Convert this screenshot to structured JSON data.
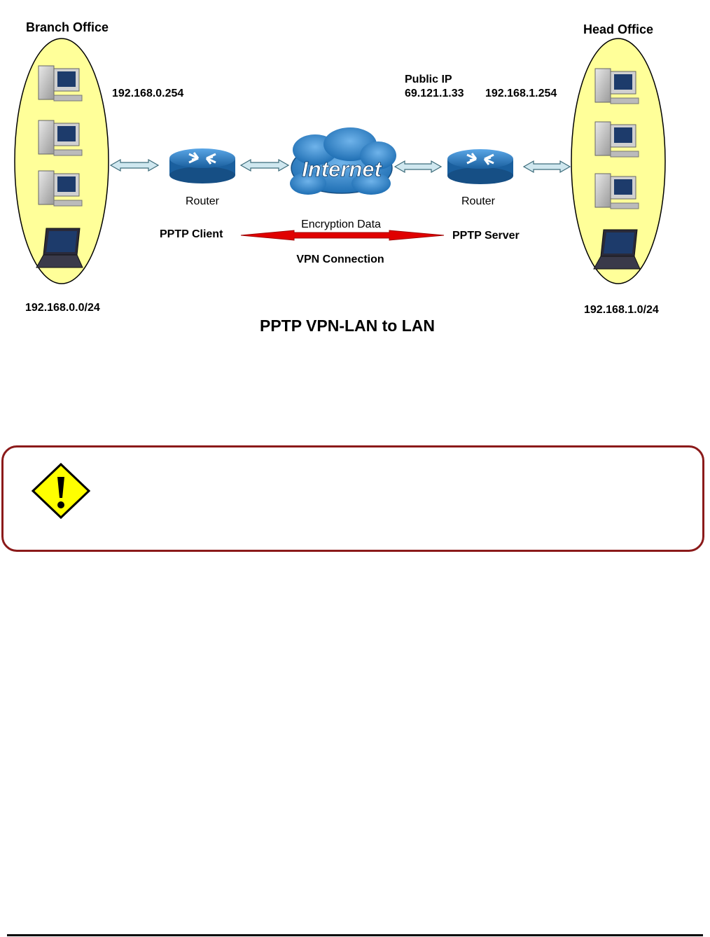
{
  "diagram": {
    "title": "PPTP VPN-LAN to LAN",
    "branch_office": {
      "label": "Branch Office",
      "gateway_ip": "192.168.0.254",
      "subnet": "192.168.0.0/24",
      "router_label": "Router",
      "role": "PPTP Client"
    },
    "head_office": {
      "label": "Head Office",
      "public_ip_label": "Public IP",
      "public_ip": "69.121.1.33",
      "gateway_ip": "192.168.1.254",
      "subnet": "192.168.1.0/24",
      "router_label": "Router",
      "role": "PPTP Server"
    },
    "internet_label": "Internet",
    "encryption_label": "Encryption Data",
    "vpn_label": "VPN Connection",
    "colors": {
      "office_fill": "#ffff99",
      "router": "#1e73be",
      "cloud": "#2a7fc9",
      "vpn_arrow": "#e00000",
      "note_border": "#8b1a1a",
      "warning_fill": "#ffff00"
    }
  },
  "note": {
    "icon": "warning-icon",
    "text": ""
  }
}
